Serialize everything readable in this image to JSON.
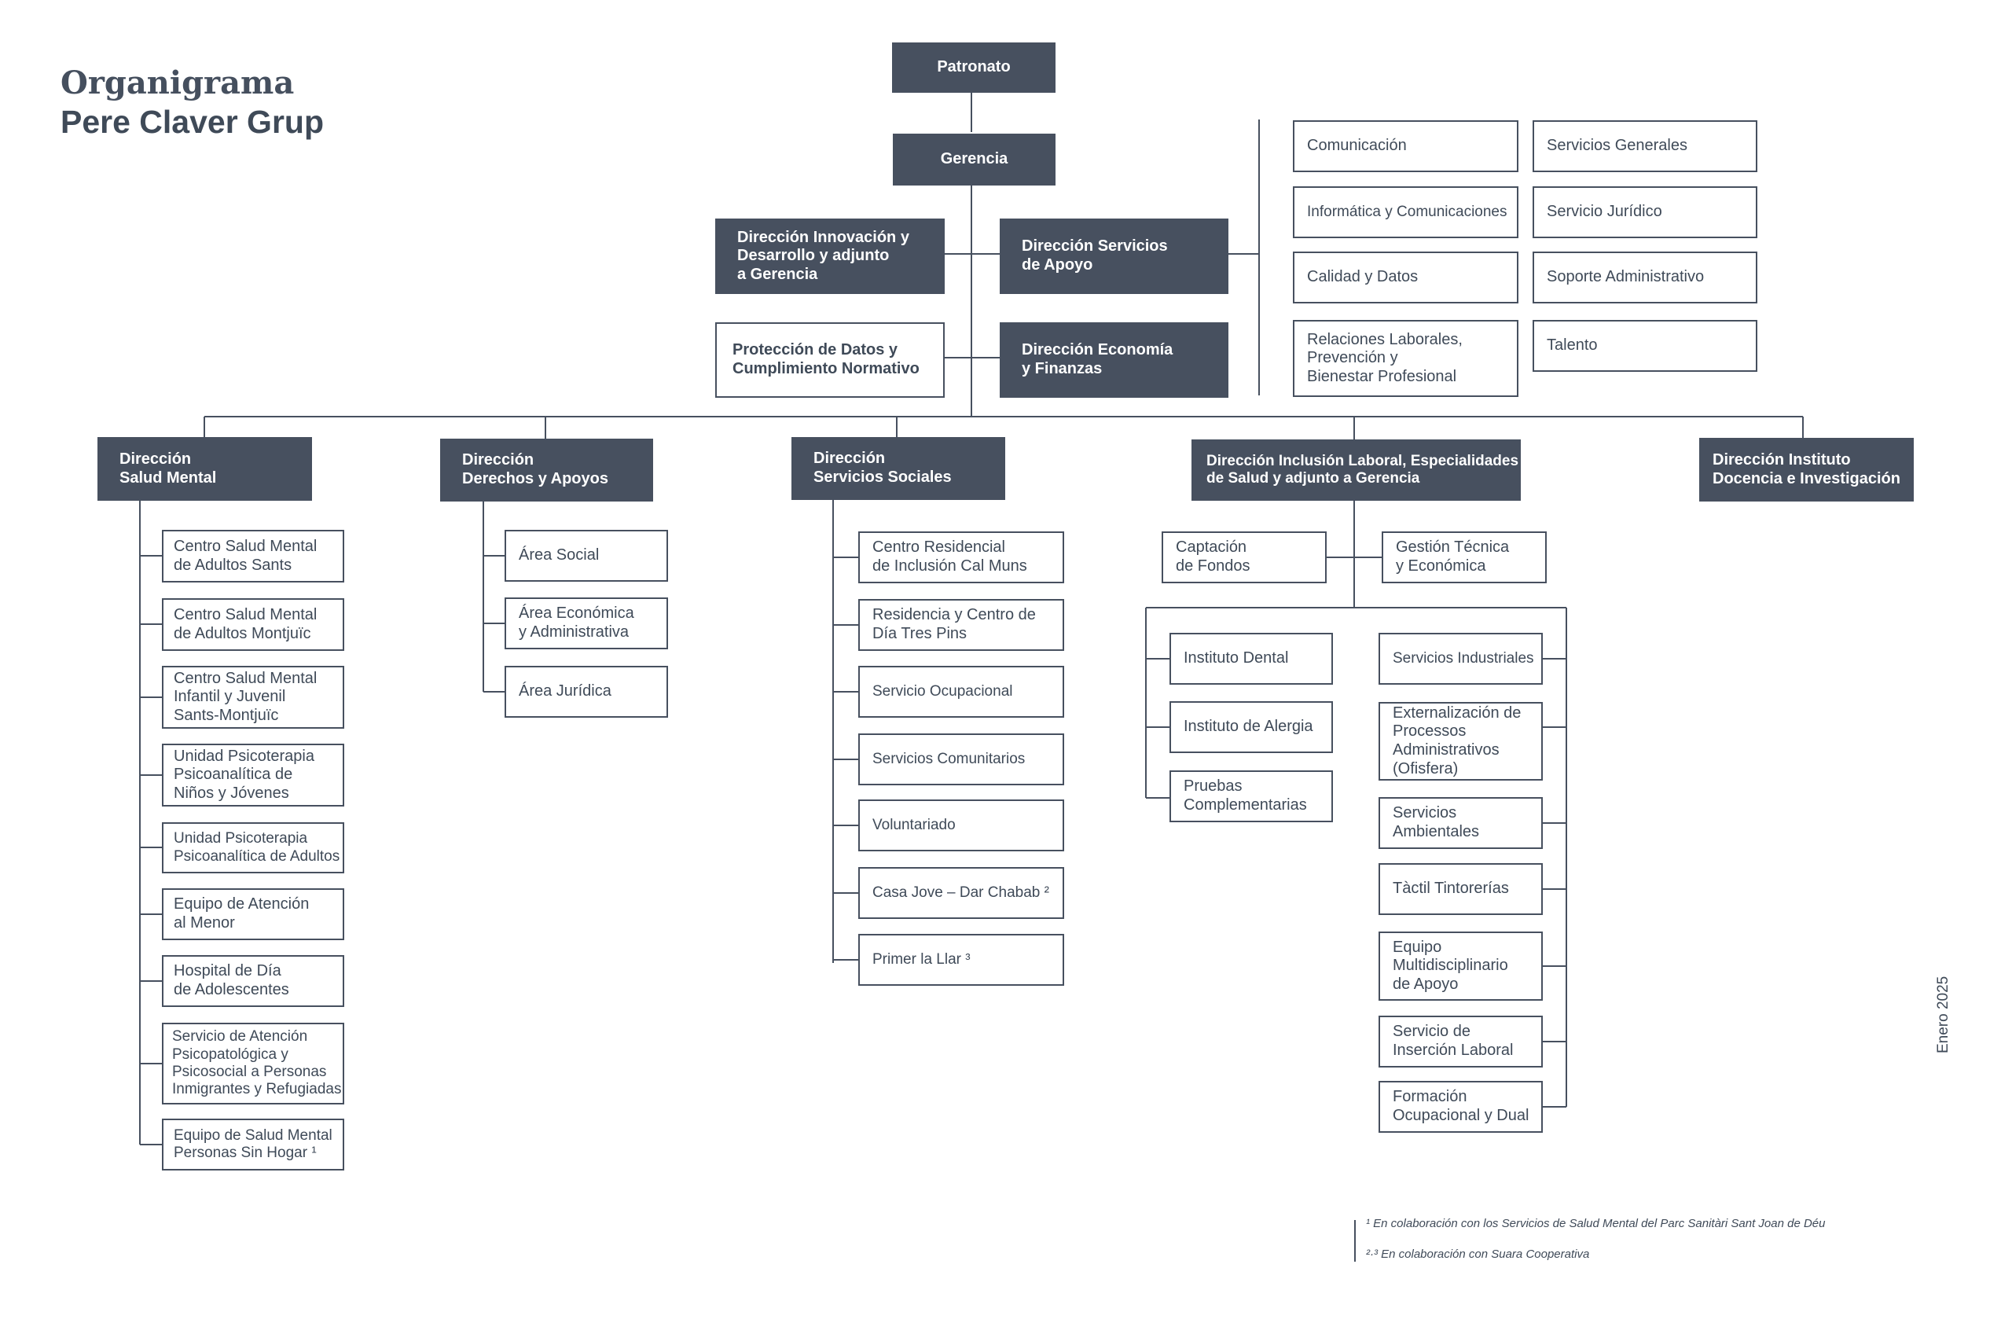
{
  "title": "Organigrama",
  "subtitle": "Pere Claver Grup",
  "date": "Enero 2025",
  "top": {
    "patronato": "Patronato",
    "gerencia": "Gerencia",
    "innovacion": "Dirección Innovación y\nDesarrollo y adjunto\na Gerencia",
    "servicios_apoyo": "Dirección Servicios\nde Apoyo",
    "proteccion_datos": "Protección de Datos y\nCumplimiento Normativo",
    "economia": "Dirección Economía\ny Finanzas"
  },
  "support_units": {
    "col1": [
      "Comunicación",
      "Informática y Comunicaciones",
      "Calidad y Datos",
      "Relaciones Laborales,\nPrevención y\nBienestar Profesional"
    ],
    "col2": [
      "Servicios Generales",
      "Servicio Jurídico",
      "Soporte Administrativo",
      "Talento"
    ]
  },
  "directorates": {
    "salud_mental": "Dirección\nSalud Mental",
    "derechos": "Dirección\nDerechos y Apoyos",
    "servicios_sociales": "Dirección\nServicios Sociales",
    "inclusion": "Dirección Inclusión Laboral, Especialidades\nde Salud y adjunto a Gerencia",
    "docencia": "Dirección Instituto\nDocencia e Investigación"
  },
  "salud_mental_units": [
    "Centro Salud Mental\nde Adultos Sants",
    "Centro Salud Mental\nde Adultos Montjuïc",
    "Centro Salud Mental\nInfantil y Juvenil\nSants-Montjuïc",
    "Unidad Psicoterapia\nPsicoanalítica de\nNiños y Jóvenes",
    "Unidad Psicoterapia\nPsicoanalítica de Adultos",
    "Equipo de Atención\nal Menor",
    "Hospital de Día\nde Adolescentes",
    "Servicio de Atención\nPsicopatológica y\nPsicosocial a Personas\nInmigrantes y Refugiadas",
    "Equipo de Salud Mental\nPersonas Sin Hogar ¹"
  ],
  "derechos_units": [
    "Área Social",
    "Área Económica\ny Administrativa",
    "Área Jurídica"
  ],
  "servicios_sociales_units": [
    "Centro Residencial\nde Inclusión Cal Muns",
    "Residencia y Centro de\nDía Tres Pins",
    "Servicio Ocupacional",
    "Servicios Comunitarios",
    "Voluntariado",
    "Casa Jove – Dar Chabab ²",
    "Primer la Llar ³"
  ],
  "inclusion_staff": [
    "Captación\nde Fondos",
    "Gestión Técnica\ny Económica"
  ],
  "inclusion_left_units": [
    "Instituto Dental",
    "Instituto de Alergia",
    "Pruebas\nComplementarias"
  ],
  "inclusion_right_units": [
    "Servicios Industriales",
    "Externalización de\nProcessos\nAdministrativos\n(Ofisfera)",
    "Servicios\nAmbientales",
    "Tàctil Tintorerías",
    "Equipo\nMultidisciplinario\nde Apoyo",
    "Servicio de\nInserción Laboral",
    "Formación\nOcupacional y Dual"
  ],
  "footnotes": [
    "¹ En colaboración con los Servicios de Salud Mental del Parc Sanitàri Sant Joan de Déu",
    "²·³ En colaboración con Suara Cooperativa"
  ],
  "colors": {
    "dark_box": "#47505f",
    "line": "#47505f",
    "text": "#3f4a58",
    "background": "#ffffff"
  }
}
